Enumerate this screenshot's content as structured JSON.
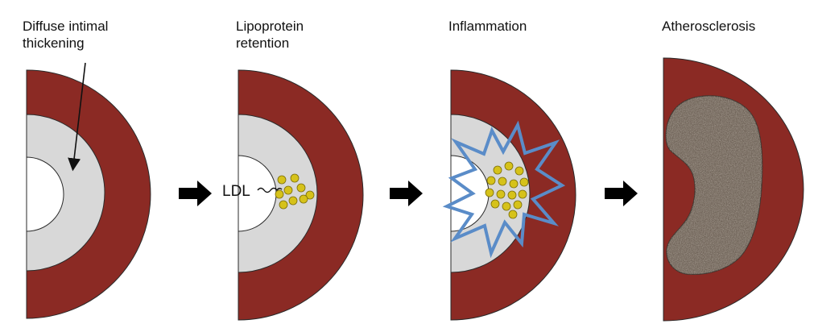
{
  "stages": [
    {
      "title_lines": [
        "Diffuse intimal",
        "thickening"
      ]
    },
    {
      "title_lines": [
        "Lipoprotein",
        "retention"
      ]
    },
    {
      "title_lines": [
        "Inflammation"
      ]
    },
    {
      "title_lines": [
        "Atherosclerosis"
      ]
    }
  ],
  "labels": {
    "ldl": "LDL"
  },
  "colors": {
    "media": "#8b2a24",
    "intima": "#d8d8d8",
    "lipoprotein": "#d6c21a",
    "inflammation_outline": "#5a8cc8",
    "plaque": "#6e6257",
    "arrow": "#000000",
    "outline": "#2a2a2a"
  },
  "icons": {
    "progression_arrow": "right-arrow-icon"
  }
}
